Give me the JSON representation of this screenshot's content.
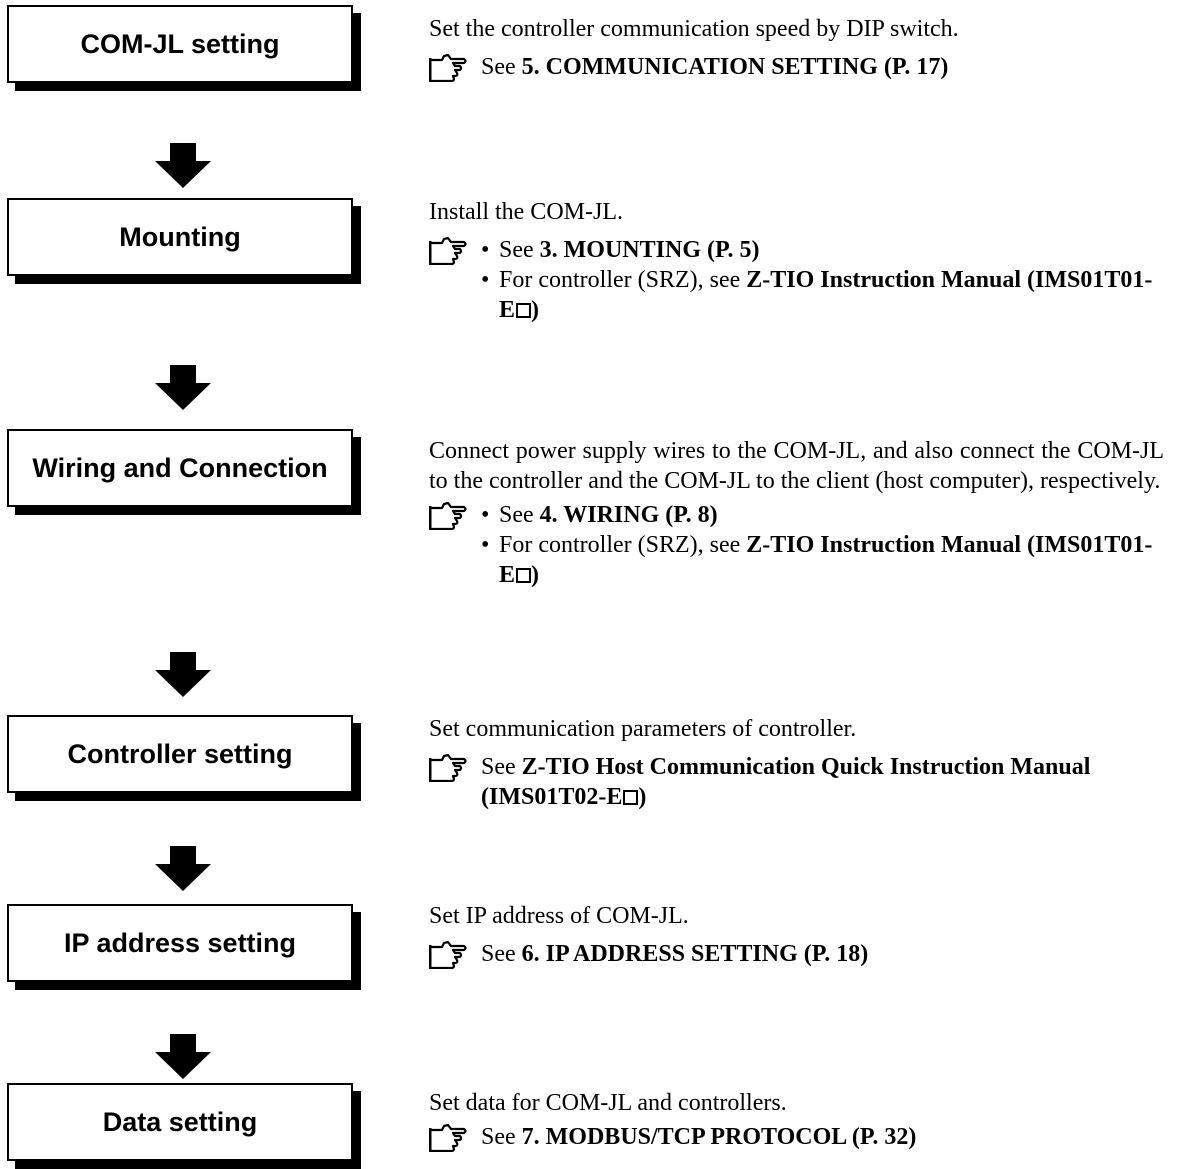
{
  "steps": [
    {
      "box": "COM-JL setting",
      "desc": "Set the controller communication speed by DIP switch.",
      "refs": [
        {
          "pre": "See ",
          "bold": "5. COMMUNICATION SETTING (P. 17)"
        }
      ]
    },
    {
      "box": "Mounting",
      "desc": "Install the COM-JL.",
      "refs": [
        {
          "pre": "See ",
          "bold": "3. MOUNTING (P. 5)"
        },
        {
          "pre": "For controller (SRZ), see ",
          "bold": "Z-TIO Instruction Manual (IMS01T01-E",
          "bold_end": ")"
        }
      ]
    },
    {
      "box": "Wiring and Connection",
      "desc": "Connect power supply wires to the COM-JL, and also connect the COM-JL to the controller and the COM-JL to the client (host computer), respectively.",
      "refs": [
        {
          "pre": "See ",
          "bold": "4. WIRING (P. 8)"
        },
        {
          "pre": "For controller (SRZ), see ",
          "bold": "Z-TIO Instruction Manual (IMS01T01-E",
          "bold_end": ")"
        }
      ]
    },
    {
      "box": "Controller setting",
      "desc": "Set communication parameters of controller.",
      "refs": [
        {
          "pre": "See ",
          "bold": "Z-TIO Host Communication Quick Instruction Manual (IMS01T02-E",
          "bold_end": ")"
        }
      ]
    },
    {
      "box": "IP address setting",
      "desc": "Set IP address of COM-JL.",
      "refs": [
        {
          "pre": "See ",
          "bold": "6. IP ADDRESS SETTING (P. 18)"
        }
      ]
    },
    {
      "box": "Data setting",
      "desc": "Set data for COM-JL and controllers.",
      "refs": [
        {
          "pre": "See ",
          "bold": "7. MODBUS/TCP PROTOCOL (P. 32)"
        }
      ]
    }
  ],
  "icons": {
    "reference": "pointing-hand-icon",
    "arrow": "down-arrow-icon",
    "placeholder": "empty-square-icon"
  }
}
